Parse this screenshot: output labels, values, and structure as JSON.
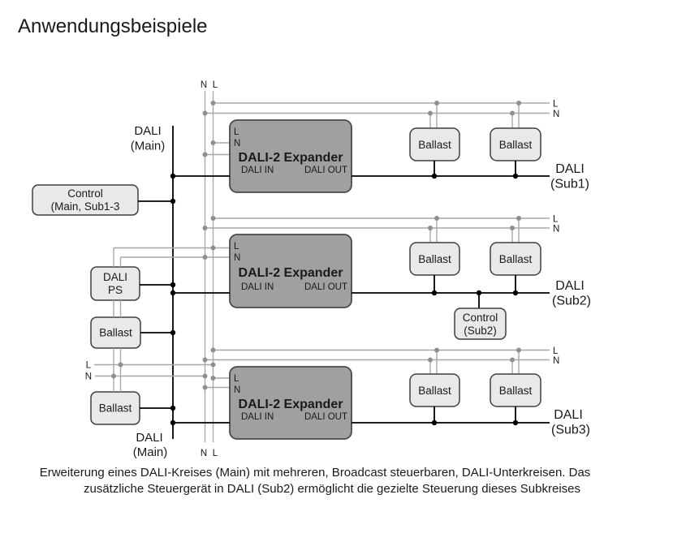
{
  "title": "Anwendungsbeispiele",
  "diagram": {
    "wire_labels": {
      "l": "L",
      "n": "N"
    },
    "dali_main": {
      "line1": "DALI",
      "line2": "(Main)"
    },
    "subs": {
      "sub1": {
        "line1": "DALI",
        "line2": "(Sub1)"
      },
      "sub2": {
        "line1": "DALI",
        "line2": "(Sub2)"
      },
      "sub3": {
        "line1": "DALI",
        "line2": "(Sub3)"
      }
    },
    "expander": {
      "title": "DALI-2 Expander",
      "l": "L",
      "n": "N",
      "dali_in": "DALI IN",
      "dali_out": "DALI OUT"
    },
    "control_main": {
      "line1": "Control",
      "line2": "(Main, Sub1-3"
    },
    "control_sub2": {
      "line1": "Control",
      "line2": "(Sub2)"
    },
    "dali_ps": {
      "line1": "DALI",
      "line2": "PS"
    },
    "ballast_label": "Ballast"
  },
  "caption": {
    "line1": "Erweiterung eines DALI-Kreises (Main) mit mehreren, Broadcast steuerbaren, DALI-Unterkreisen. Das",
    "line2": "zusätzliche Steuergerät in DALI (Sub2) ermöglicht die gezielte Steuerung dieses Subkreises"
  },
  "colors": {
    "mains_wire": "#a8a8a8",
    "dali_wire": "#000000",
    "expander_fill": "#a0a0a0",
    "device_fill": "#e9e9e9",
    "box_border": "#4a4a4a",
    "text": "#1a1a1a"
  }
}
